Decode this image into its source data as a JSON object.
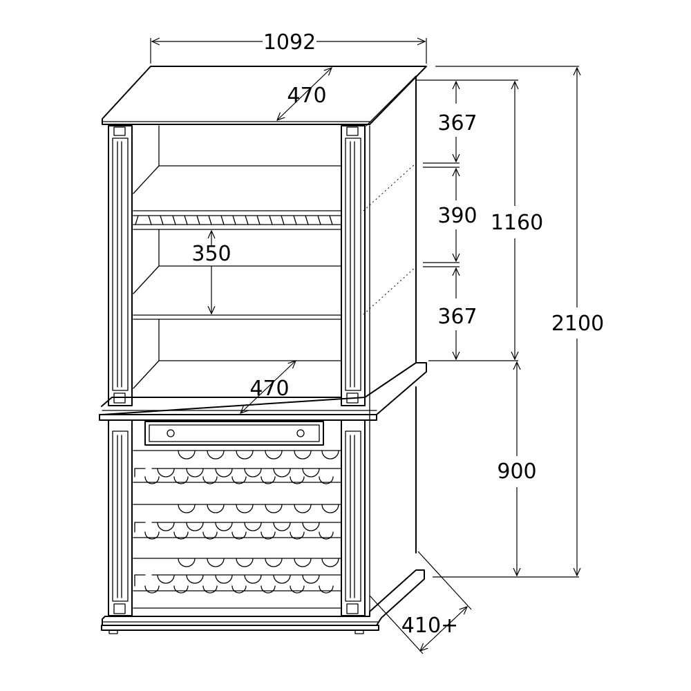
{
  "dimensions": {
    "width": "1092",
    "top_depth": "470",
    "shelf_depth": "470",
    "section_top": "367",
    "section_middle": "390",
    "section_bottom": "367",
    "upper_height": "1160",
    "total_height": "2100",
    "lower_height": "900",
    "rack_spacing": "350",
    "base_depth": "410+"
  }
}
